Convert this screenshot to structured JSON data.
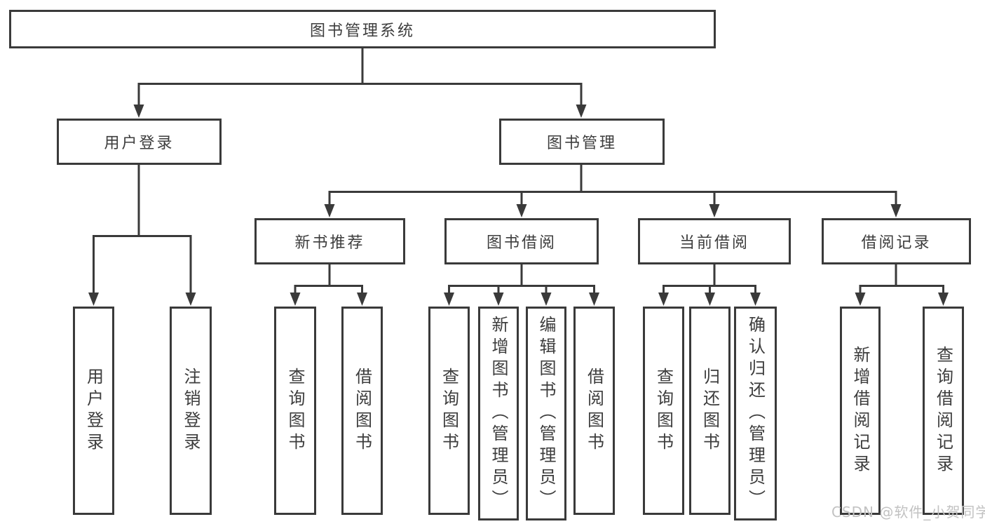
{
  "colors": {
    "line": "#3a3a3a",
    "text": "#3d3d3d",
    "box_fill": "#ffffff",
    "background": "#ffffff",
    "watermark": "#c2c2c2"
  },
  "watermark": {
    "text": "CSDN @软件_小贺同学"
  },
  "tree": {
    "root": {
      "label": "图书管理系统"
    },
    "branches": [
      {
        "label": "用户登录",
        "children": [
          {
            "label": "用户登录"
          },
          {
            "label": "注销登录"
          }
        ]
      },
      {
        "label": "图书管理",
        "children": [
          {
            "label": "新书推荐",
            "children": [
              {
                "label": "查询图书"
              },
              {
                "label": "借阅图书"
              }
            ]
          },
          {
            "label": "图书借阅",
            "children": [
              {
                "label": "查询图书"
              },
              {
                "label": "新增图书（管理员）"
              },
              {
                "label": "编辑图书（管理员）"
              },
              {
                "label": "借阅图书"
              }
            ]
          },
          {
            "label": "当前借阅",
            "children": [
              {
                "label": "查询图书"
              },
              {
                "label": "归还图书"
              },
              {
                "label": "确认归还（管理员）"
              }
            ]
          },
          {
            "label": "借阅记录",
            "children": [
              {
                "label": "新增借阅记录"
              },
              {
                "label": "查询借阅记录"
              }
            ]
          }
        ]
      }
    ]
  }
}
